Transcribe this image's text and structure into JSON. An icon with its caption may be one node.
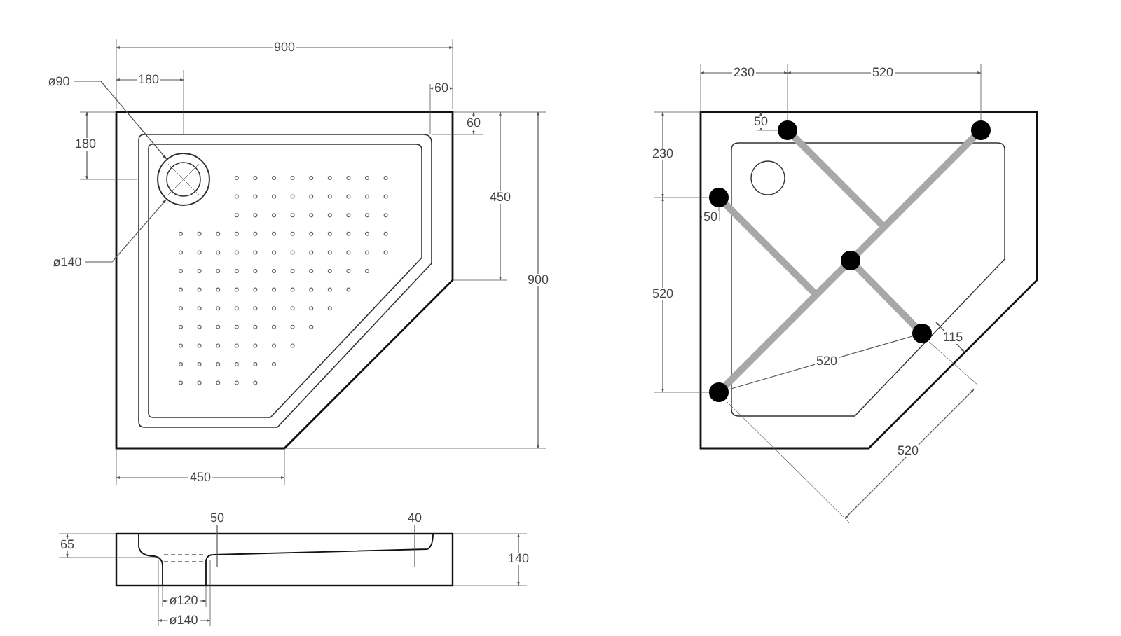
{
  "diagram": {
    "nodes": [
      {
        "text": [
          "ø90"
        ]
      },
      {
        "text": [
          "ø140"
        ]
      },
      {
        "text": [],
        "shape": "circle"
      }
    ],
    "edges": [
      {
        "from": 0,
        "to": 2,
        "arrow": "to"
      },
      {
        "from": 1,
        "to": 2,
        "arrow": "to"
      }
    ],
    "labels": [
      "900",
      "180",
      "60",
      "180",
      "60",
      "450",
      "900",
      "450",
      "230",
      "520",
      "50",
      "230",
      "50",
      "520",
      "520",
      "115",
      "520",
      "65",
      "50",
      "40",
      "140",
      "ø120",
      "ø140"
    ]
  }
}
